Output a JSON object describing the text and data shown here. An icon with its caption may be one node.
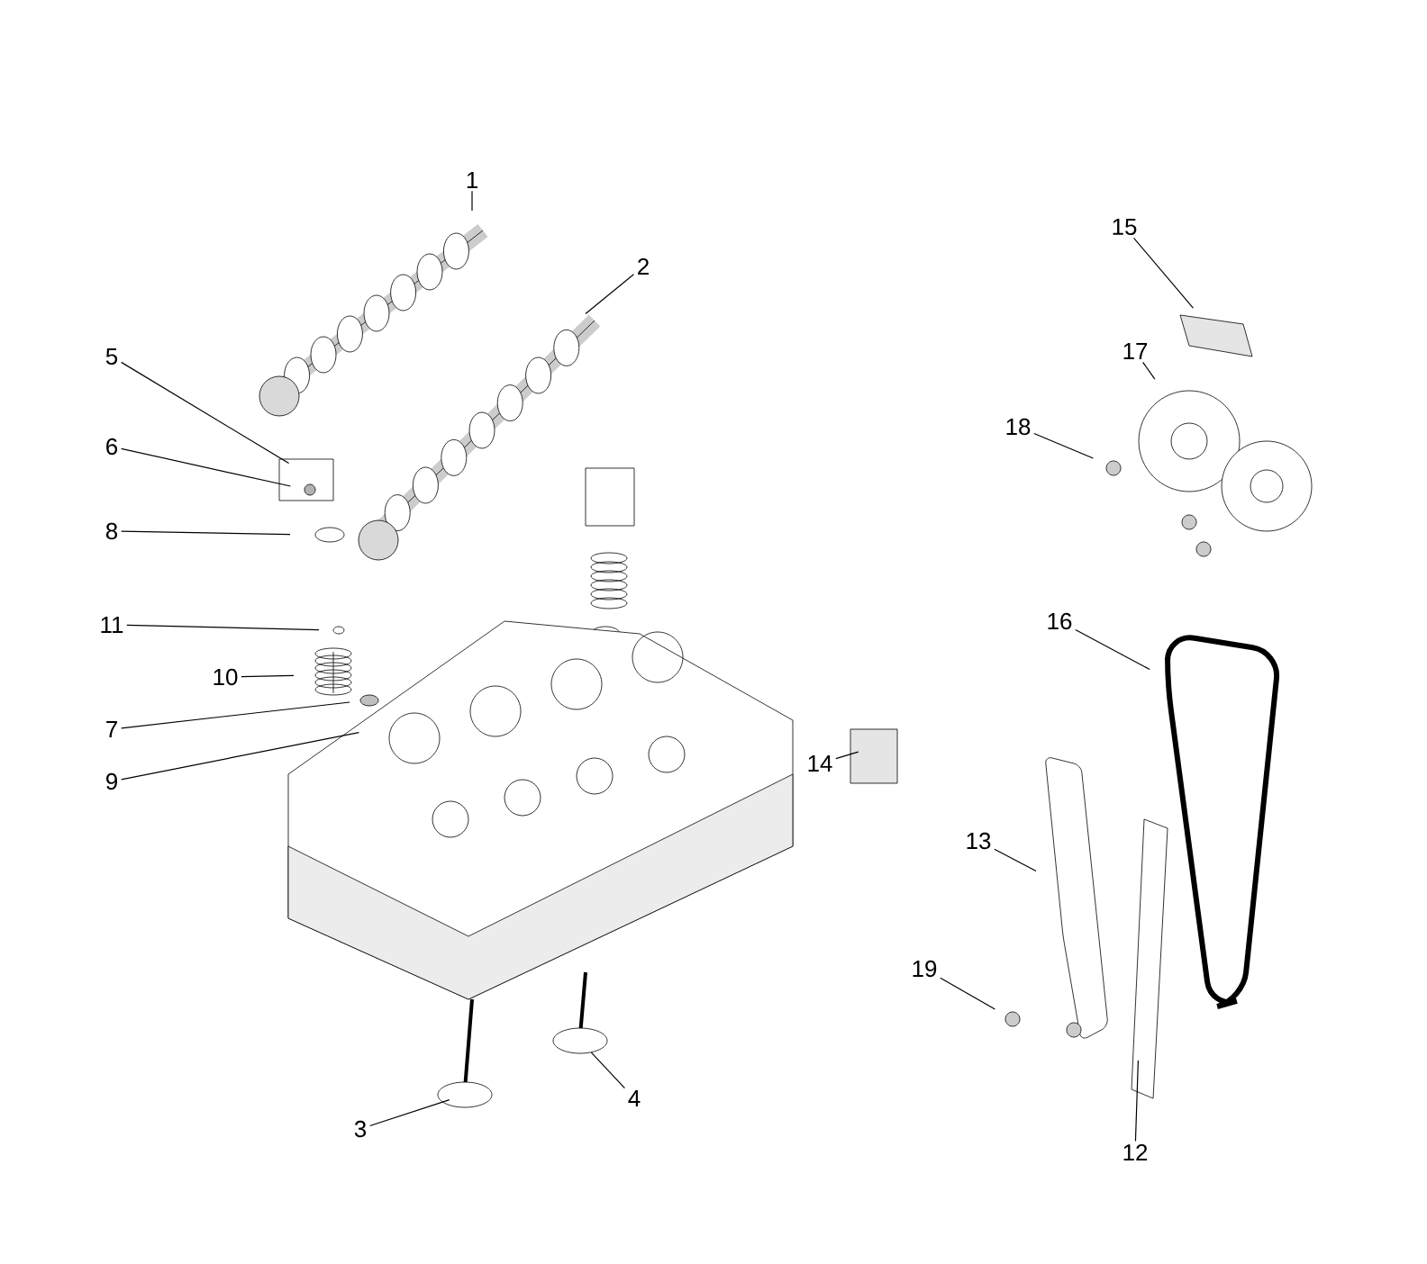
{
  "diagram": {
    "nodes": [
      {
        "text": [
          "1"
        ]
      },
      {
        "text": [
          "2"
        ]
      },
      {
        "text": [
          "5"
        ]
      },
      {
        "text": [
          "15"
        ]
      },
      {
        "text": [
          "17"
        ]
      },
      {
        "text": [
          "18"
        ]
      },
      {
        "text": [
          "6"
        ]
      },
      {
        "text": [
          "8"
        ]
      },
      {
        "text": [
          "11"
        ]
      },
      {
        "text": [
          "16"
        ]
      },
      {
        "text": [
          "10"
        ]
      },
      {
        "text": [
          "7"
        ]
      },
      {
        "text": [
          "9"
        ]
      },
      {
        "text": [
          "14"
        ]
      },
      {
        "text": [
          "13"
        ]
      },
      {
        "text": [
          "19"
        ]
      },
      {
        "text": [
          "4"
        ]
      },
      {
        "text": [
          "3"
        ]
      },
      {
        "text": [
          "12"
        ]
      }
    ],
    "edges": [
      {
        "from": 0,
        "to": null,
        "arrow": "none"
      },
      {
        "from": 1,
        "to": null,
        "arrow": "none"
      },
      {
        "from": 2,
        "to": null,
        "arrow": "none"
      },
      {
        "from": 3,
        "to": null,
        "arrow": "none"
      },
      {
        "from": 4,
        "to": null,
        "arrow": "none"
      },
      {
        "from": 5,
        "to": null,
        "arrow": "none"
      },
      {
        "from": 6,
        "to": null,
        "arrow": "none"
      },
      {
        "from": 7,
        "to": null,
        "arrow": "none"
      },
      {
        "from": 8,
        "to": null,
        "arrow": "none"
      },
      {
        "from": 9,
        "to": null,
        "arrow": "none"
      },
      {
        "from": 10,
        "to": null,
        "arrow": "none"
      },
      {
        "from": 11,
        "to": null,
        "arrow": "none"
      },
      {
        "from": 12,
        "to": null,
        "arrow": "none"
      },
      {
        "from": 13,
        "to": null,
        "arrow": "none"
      },
      {
        "from": 14,
        "to": null,
        "arrow": "none"
      },
      {
        "from": 15,
        "to": null,
        "arrow": "none"
      },
      {
        "from": 16,
        "to": null,
        "arrow": "none"
      },
      {
        "from": 17,
        "to": null,
        "arrow": "none"
      },
      {
        "from": 18,
        "to": null,
        "arrow": "none"
      }
    ]
  }
}
